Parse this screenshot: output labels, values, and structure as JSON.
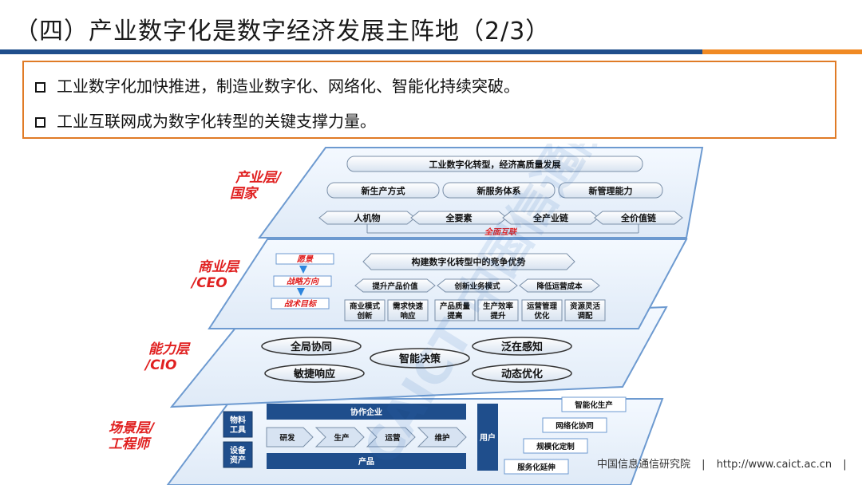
{
  "header": {
    "title": "（四）产业数字化是数字经济发展主阵地（2/3）"
  },
  "bullets": [
    "工业数字化加快推进，制造业数字化、网络化、智能化持续突破。",
    "工业互联网成为数字化转型的关键支撑力量。"
  ],
  "diagram": {
    "layers": {
      "industry": {
        "label_line1": "产业层/",
        "label_line2": "国家",
        "top": "工业数字化转型，经济高质量发展",
        "row1": [
          "新生产方式",
          "新服务体系",
          "新管理能力"
        ],
        "row2": [
          "人机物",
          "全要素",
          "全产业链",
          "全价值链"
        ],
        "base": "全面互联"
      },
      "business": {
        "label_line1": "商业层",
        "label_line2": "/CEO",
        "left": [
          "愿景",
          "战略方向",
          "战术目标"
        ],
        "top": "构建数字化转型中的竞争优势",
        "mid": [
          "提升产品价值",
          "创新业务模式",
          "降低运营成本"
        ],
        "bottom": [
          [
            "商业模式",
            "创新"
          ],
          [
            "需求快速",
            "响应"
          ],
          [
            "产品质量",
            "提高"
          ],
          [
            "生产效率",
            "提升"
          ],
          [
            "运营管理",
            "优化"
          ],
          [
            "资源灵活",
            "调配"
          ]
        ]
      },
      "capability": {
        "label_line1": "能力层",
        "label_line2": "/CIO",
        "items": [
          "全局协同",
          "智能决策",
          "泛在感知",
          "敏捷响应",
          "动态优化"
        ]
      },
      "scenario": {
        "label_line1": "场景层/",
        "label_line2": "工程师",
        "left_boxes": [
          [
            "物料",
            "工具"
          ],
          [
            "设备",
            "资产"
          ]
        ],
        "top_bar": "协作企业",
        "process": [
          "研发",
          "生产",
          "运营",
          "维护"
        ],
        "bottom_bar": "产品",
        "user": "用户",
        "right": [
          "智能化生产",
          "网络化协同",
          "规模化定制",
          "服务化延伸"
        ]
      }
    },
    "watermark": "CAICT 中国信通院"
  },
  "footer": {
    "org": "中国信息通信研究院",
    "separator": "|",
    "url": "http://www.caict.ac.cn"
  },
  "colors": {
    "accent_blue": "#1f4e8c",
    "accent_orange": "#f08a24",
    "label_red": "#e02020"
  }
}
